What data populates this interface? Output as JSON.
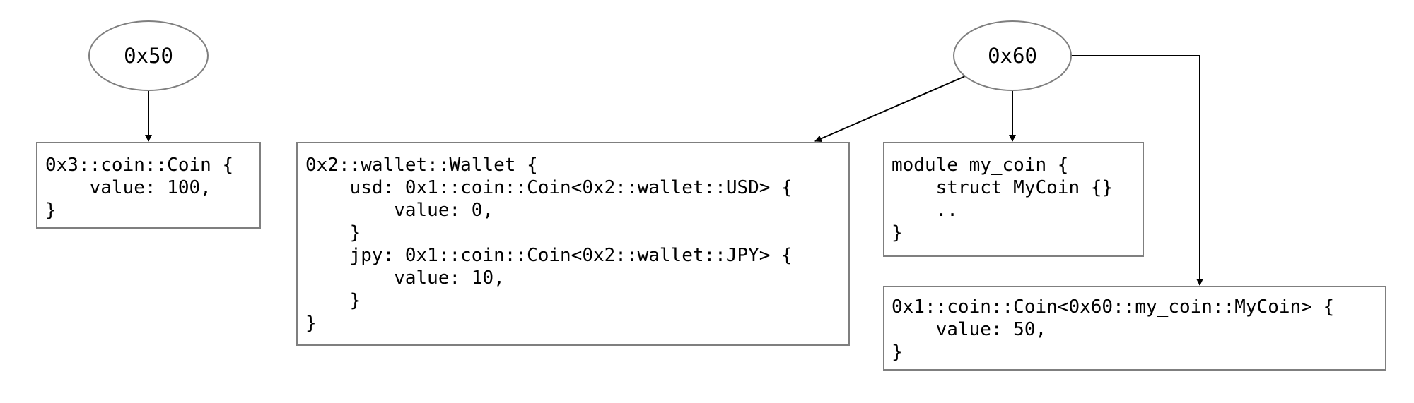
{
  "nodes": {
    "addr_50": {
      "label": "0x50"
    },
    "addr_60": {
      "label": "0x60"
    }
  },
  "boxes": {
    "coin_0x3": {
      "lines": [
        "0x3::coin::Coin {",
        "    value: 100,",
        "}"
      ]
    },
    "wallet": {
      "lines": [
        "0x2::wallet::Wallet {",
        "    usd: 0x1::coin::Coin<0x2::wallet::USD> {",
        "        value: 0,",
        "    }",
        "    jpy: 0x1::coin::Coin<0x2::wallet::JPY> {",
        "        value: 10,",
        "    }",
        "}"
      ]
    },
    "module_my_coin": {
      "lines": [
        "module my_coin {",
        "    struct MyCoin {}",
        "    ..",
        "}"
      ]
    },
    "coin_mycoin": {
      "lines": [
        "0x1::coin::Coin<0x60::my_coin::MyCoin> {",
        "    value: 50,",
        "}"
      ]
    }
  },
  "colors": {
    "border": "#7f7f7f",
    "edge": "#000000",
    "text": "#000000",
    "background": "#ffffff"
  }
}
